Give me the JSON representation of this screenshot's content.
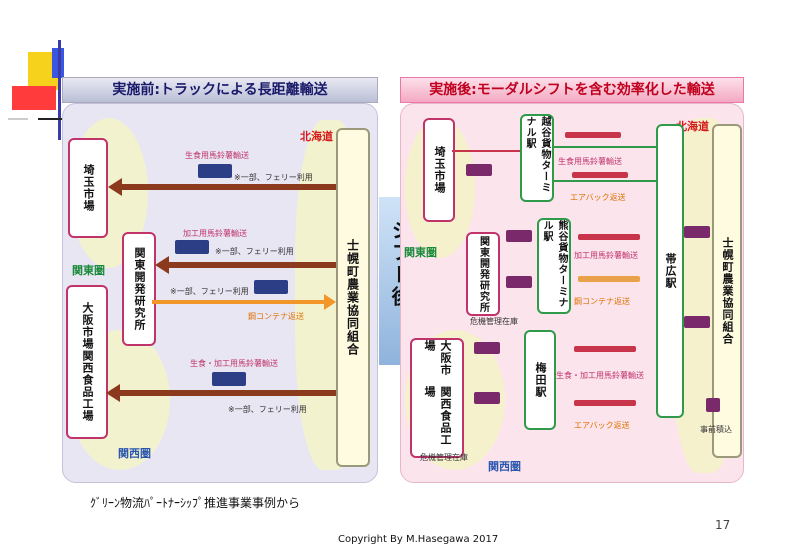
{
  "left": {
    "title": "実施前:トラックによる長距離輸送",
    "region_hokkaido": "北海道",
    "region_kanto": "関東圏",
    "region_kansai": "関西圏",
    "box_saitama": "埼玉市場",
    "box_kanto_lab": "関東開発研究所",
    "box_osaka": "大阪市場",
    "box_kansai_food": "関西食品工場",
    "box_coop": "士幌町農業協同組合",
    "lbl_1": "生食用馬鈴薯輸送",
    "lbl_1_note": "※一部、フェリー利用",
    "lbl_2": "加工用馬鈴薯輸送",
    "lbl_2_note": "※一部、フェリー利用",
    "lbl_3_note": "※一部、フェリー利用",
    "lbl_3": "鋼コンテナ返送",
    "lbl_4": "生食・加工用馬鈴薯輸送",
    "lbl_4_note": "※一部、フェリー利用"
  },
  "shift": "シフト後",
  "right": {
    "title": "実施後:モーダルシフトを含む効率化した輸送",
    "region_hokkaido": "北海道",
    "region_kanto": "関東圏",
    "region_kansai": "関西圏",
    "box_saitama": "埼玉市場",
    "box_koshigaya": "越谷貨物ターミナル駅",
    "box_kumagaya": "熊谷貨物ターミナル駅",
    "box_kanto_lab": "関東開発研究所",
    "box_obihiro": "帯広駅",
    "box_coop": "士幌町農業協同組合",
    "box_osaka": "大阪市場",
    "box_kansai_food": "関西食品工場",
    "box_umeda": "梅田駅",
    "lbl_1": "生食用馬鈴薯輸送",
    "lbl_1b": "エアバック返送",
    "lbl_2": "加工用馬鈴薯輸送",
    "lbl_2b": "鋼コンテナ返送",
    "lbl_3": "危機管理在庫",
    "lbl_4": "生食・加工用馬鈴薯輸送",
    "lbl_4b": "エアバック返送",
    "lbl_5": "危機管理在庫",
    "lbl_6": "事前積込"
  },
  "caption": "ｸﾞﾘｰﾝ物流ﾊﾟｰﾄﾅｰｼｯﾌﾟ推進事業事例から",
  "page_number": "17",
  "copyright": "Copyright By M.Hasegawa 2017"
}
